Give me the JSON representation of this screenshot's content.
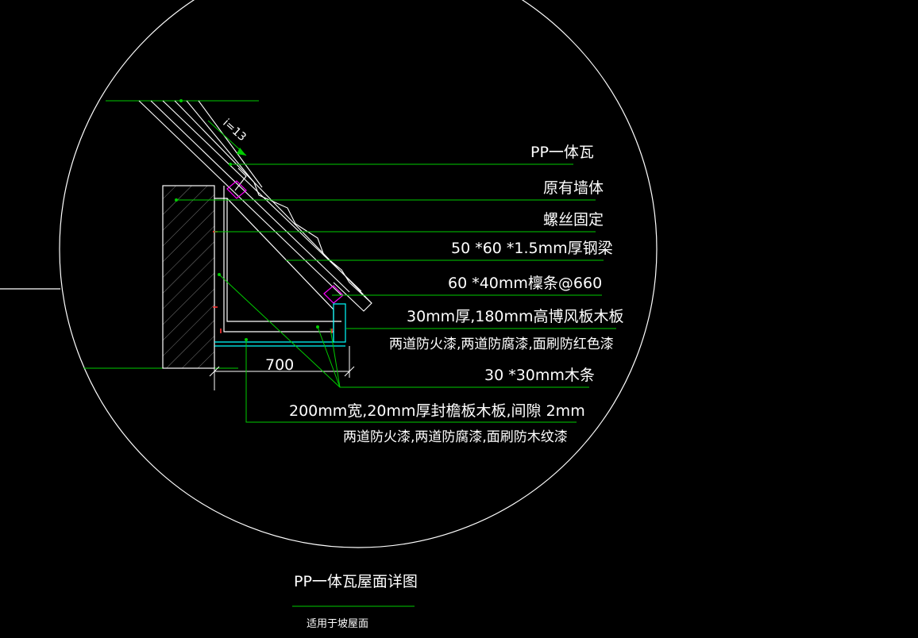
{
  "slope_label": "i=13",
  "dimension": "700",
  "callouts": [
    "PP一体瓦",
    "原有墙体",
    "螺丝固定",
    "50 *60 *1.5mm厚钢梁",
    "60 *40mm檁条@660",
    "30mm厚,180mm高博风板木板",
    "两道防火漆,两道防腐漆,面刷防红色漆",
    "30 *30mm木条",
    "200mm宽,20mm厚封檐板木板,间隙 2mm",
    "两道防火漆,两道防腐漆,面刷防木纹漆"
  ],
  "title": "PP一体瓦屋面详图",
  "subtitle": "适用于坡屋面",
  "colors": {
    "background": "#000000",
    "outline": "#ffffff",
    "leader": "#00cc00",
    "member": "#00ffff",
    "marker": "#ff00ff",
    "screw": "#ff3333"
  }
}
